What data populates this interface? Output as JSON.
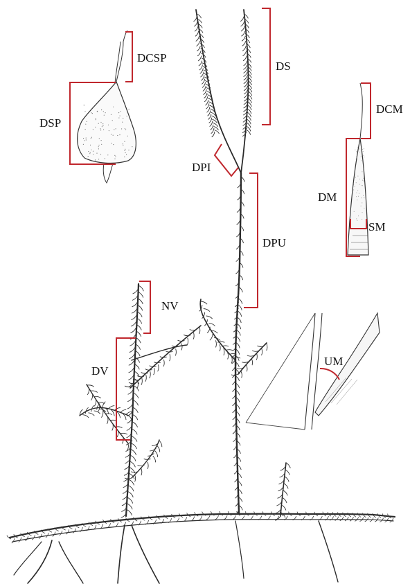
{
  "labels": {
    "DS": "DS",
    "DCSP": "DCSP",
    "DSP": "DSP",
    "DPI": "DPI",
    "DPU": "DPU",
    "DCM": "DCM",
    "DM": "DM",
    "SM": "SM",
    "NV": "NV",
    "DV": "DV",
    "UM": "UM"
  },
  "colors": {
    "bracket": "#c0272d",
    "ink": "#2a2a2a"
  }
}
